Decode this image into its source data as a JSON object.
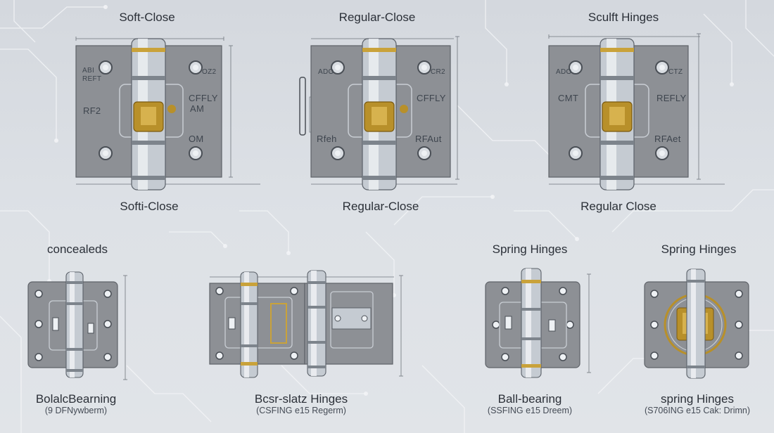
{
  "colors": {
    "plate": "#8d9095",
    "plate_stroke": "#5e6268",
    "barrel_light": "#eef1f4",
    "barrel_dark": "#6f7680",
    "brass": "#b8902a",
    "ring": "#c9a23a"
  },
  "top_row": [
    {
      "title": "Soft-Close",
      "caption": "Softi-Close",
      "tags": [
        "ABI",
        "REFT",
        "OZ2",
        "CFFLY",
        "AM",
        "RF2",
        "OM"
      ]
    },
    {
      "title": "Regular-Close",
      "caption": "Regular-Close",
      "tags": [
        "ADO",
        "CR2",
        "CFFLY",
        "Rfeh",
        "RFAut"
      ]
    },
    {
      "title": "Sculft Hinges",
      "caption": "Regular Close",
      "tags": [
        "ADO",
        "CTZ",
        "CMT",
        "REFLY",
        "RFAet"
      ]
    }
  ],
  "bottom_row": [
    {
      "title": "concealeds",
      "caption": "BolalcBearning",
      "subcaption": "(9 DFNywberm)"
    },
    {
      "title": "",
      "caption": "Bcsr-slatz Hinges",
      "subcaption": "(CSFING e15 Regerm)"
    },
    {
      "title": "Spring Hinges",
      "caption": "Ball-bearing",
      "subcaption": "(SSFING e15 Dreem)"
    },
    {
      "title": "Spring Hinges",
      "caption": "spring Hinges",
      "subcaption": "(S706ING e15 Cak: Drimn)"
    }
  ]
}
